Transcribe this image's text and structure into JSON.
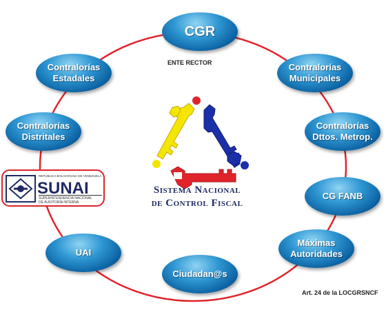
{
  "nodes": {
    "cgr": "CGR",
    "estadales": "Contralorías Estadales",
    "municipales": "Contralorías Municipales",
    "distritales": "Contralorías Distritales",
    "metropolitanos": "Contralorías Dttos. Metrop.",
    "cgfanb": "CG FANB",
    "uai": "UAI",
    "maximas": "Máximas Autoridades",
    "ciudadanos": "Ciudadan@s"
  },
  "ente_rector": "ENTE RECTOR",
  "sunai": {
    "name": "SUNAI",
    "top_line": "REPÚBLICA BOLIVARIANA DE VENEZUELA",
    "sub_line1": "SUPERINTENDENCIA NACIONAL",
    "sub_line2": "DE AUDITORÍA INTERNA"
  },
  "logo": {
    "line1": "Sistema Nacional",
    "line2": "de Control Fiscal"
  },
  "footnote": "Art. 24 de la LOCGRSNCF",
  "colors": {
    "ring": "#e0242b",
    "node_blue": "#0a5fa0",
    "key_yellow": "#f4e600",
    "key_blue": "#1b2fa8",
    "key_red": "#e0242b"
  }
}
